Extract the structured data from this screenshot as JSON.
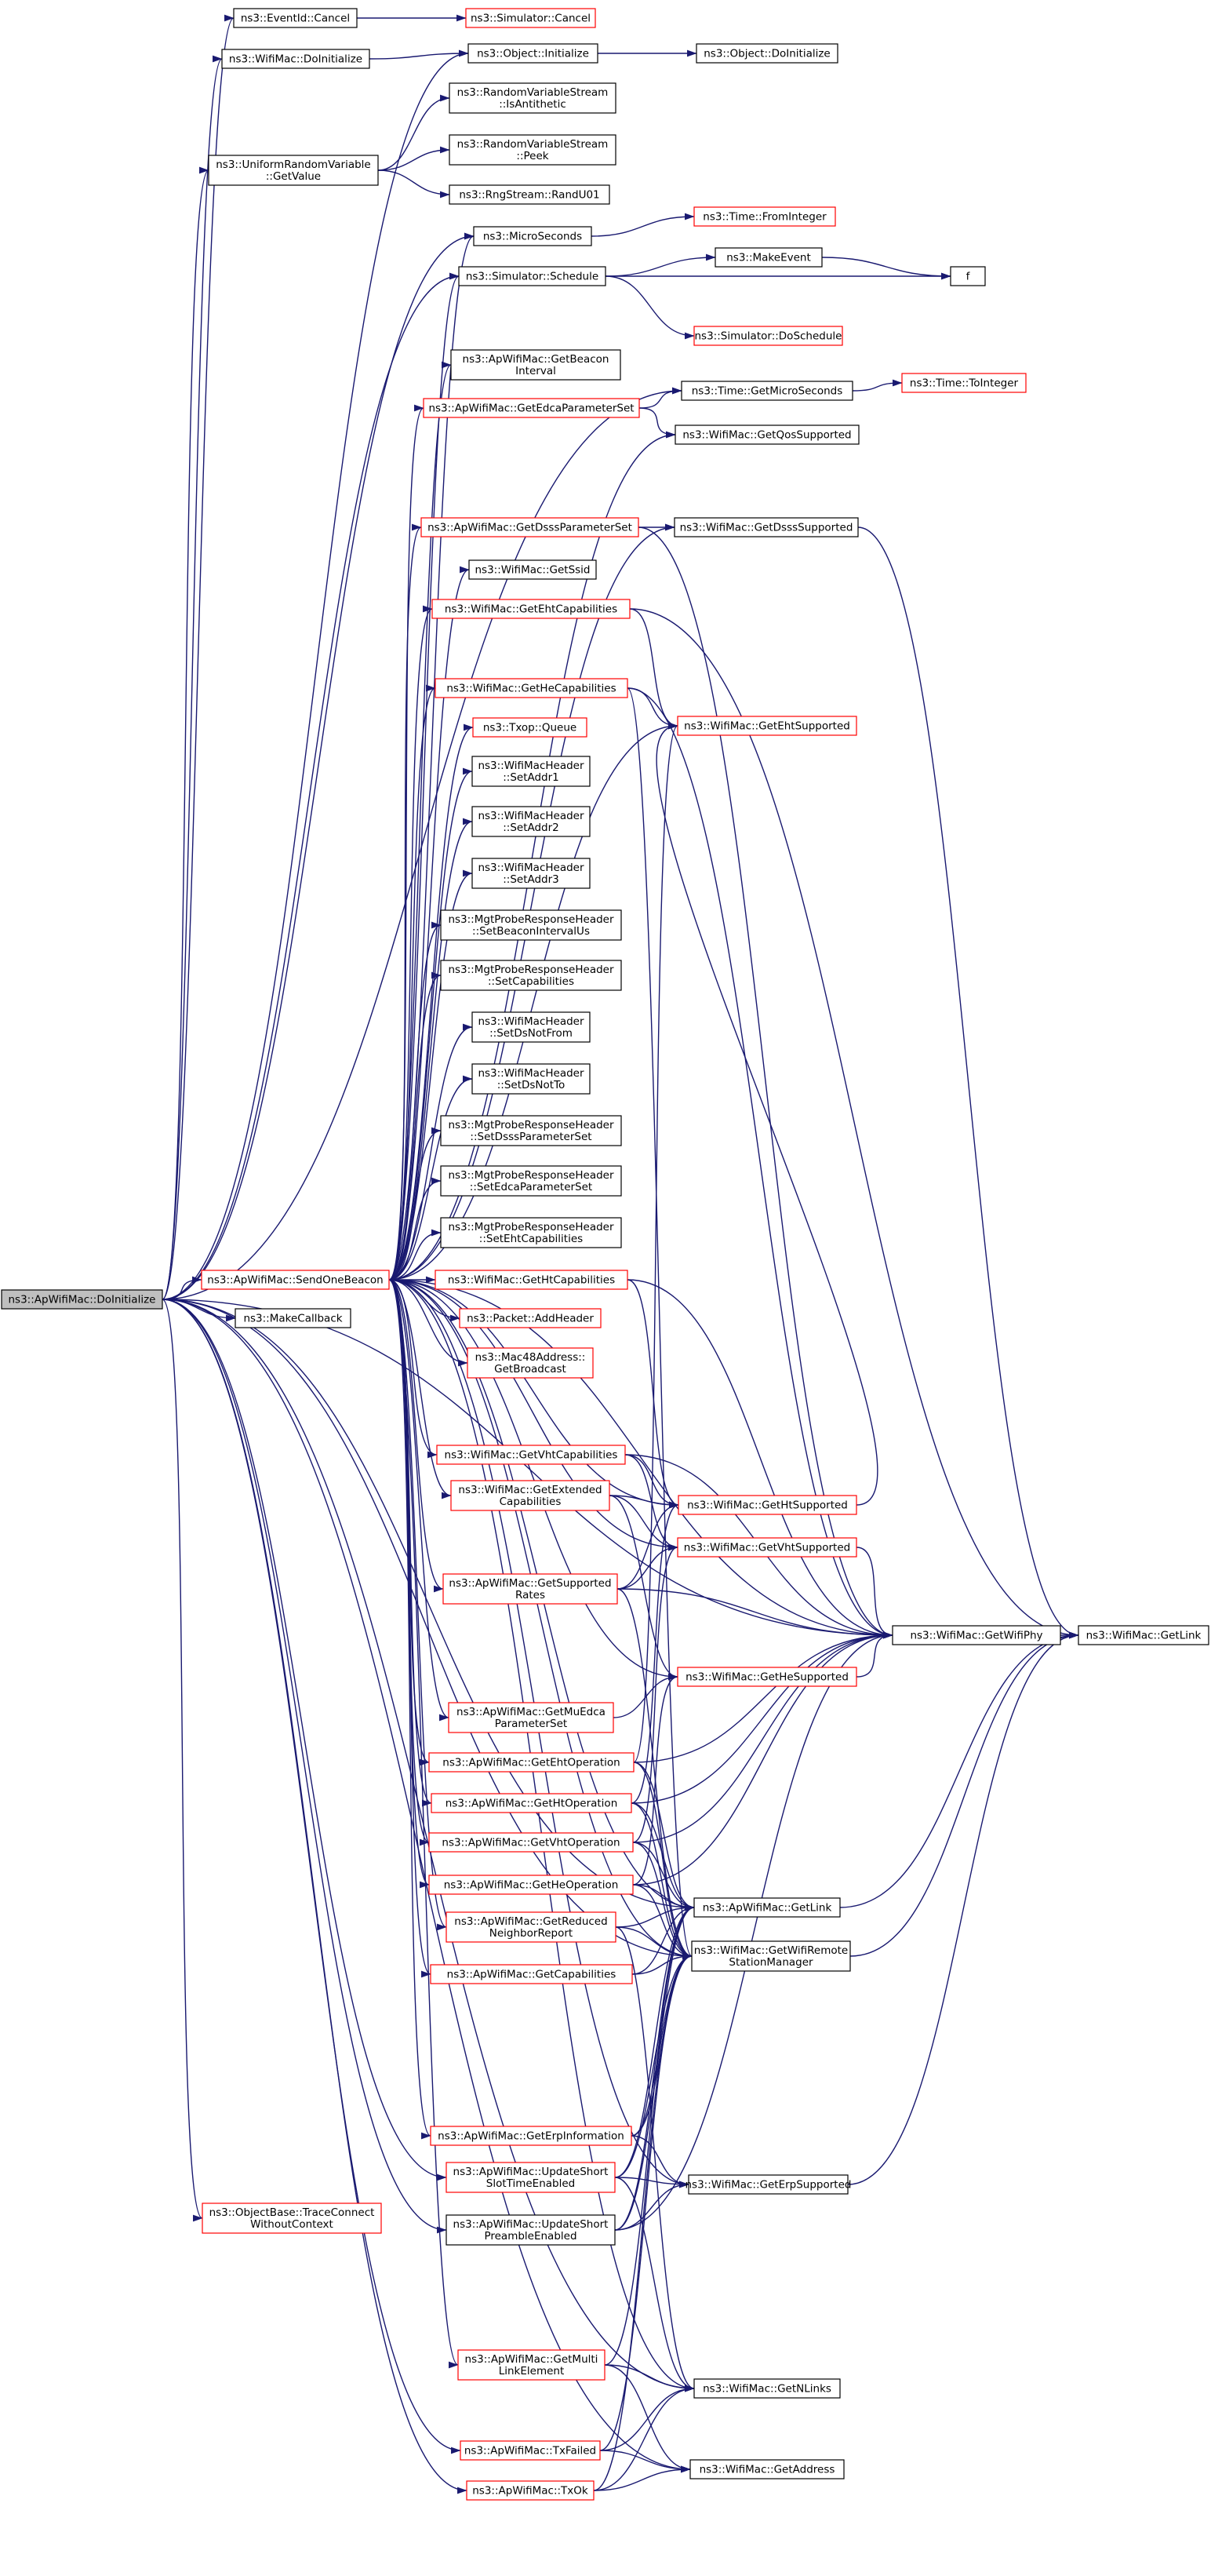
{
  "colors": {
    "edge": "#191970",
    "plain_border": "#000000",
    "link_border": "#ff0000",
    "root_fill": "#bfbfbf",
    "fill": "#ffffff"
  },
  "nodes": [
    {
      "id": "root",
      "label": [
        "ns3::ApWifiMac::DoInitialize"
      ],
      "style": "root"
    },
    {
      "id": "eventCancel",
      "label": [
        "ns3::EventId::Cancel"
      ],
      "style": "plain"
    },
    {
      "id": "simCancel",
      "label": [
        "ns3::Simulator::Cancel"
      ],
      "style": "link"
    },
    {
      "id": "wmDoInit",
      "label": [
        "ns3::WifiMac::DoInitialize"
      ],
      "style": "plain"
    },
    {
      "id": "objInit",
      "label": [
        "ns3::Object::Initialize"
      ],
      "style": "plain"
    },
    {
      "id": "objDoInit",
      "label": [
        "ns3::Object::DoInitialize"
      ],
      "style": "plain"
    },
    {
      "id": "urvGet",
      "label": [
        "ns3::UniformRandomVariable",
        "::GetValue"
      ],
      "style": "plain"
    },
    {
      "id": "rvsAnti",
      "label": [
        "ns3::RandomVariableStream",
        "::IsAntithetic"
      ],
      "style": "plain"
    },
    {
      "id": "rvsPeek",
      "label": [
        "ns3::RandomVariableStream",
        "::Peek"
      ],
      "style": "plain"
    },
    {
      "id": "rngRand",
      "label": [
        "ns3::RngStream::RandU01"
      ],
      "style": "plain"
    },
    {
      "id": "micro",
      "label": [
        "ns3::MicroSeconds"
      ],
      "style": "plain"
    },
    {
      "id": "fromInt",
      "label": [
        "ns3::Time::FromInteger"
      ],
      "style": "link"
    },
    {
      "id": "simSched",
      "label": [
        "ns3::Simulator::Schedule"
      ],
      "style": "plain"
    },
    {
      "id": "makeEvent",
      "label": [
        "ns3::MakeEvent"
      ],
      "style": "plain"
    },
    {
      "id": "f",
      "label": [
        "f"
      ],
      "style": "plain"
    },
    {
      "id": "doSched",
      "label": [
        "ns3::Simulator::DoSchedule"
      ],
      "style": "link"
    },
    {
      "id": "getBeacon",
      "label": [
        "ns3::ApWifiMac::GetBeacon",
        "Interval"
      ],
      "style": "plain"
    },
    {
      "id": "getEdca",
      "label": [
        "ns3::ApWifiMac::GetEdcaParameterSet"
      ],
      "style": "link"
    },
    {
      "id": "getMicroSec",
      "label": [
        "ns3::Time::GetMicroSeconds"
      ],
      "style": "plain"
    },
    {
      "id": "toInt",
      "label": [
        "ns3::Time::ToInteger"
      ],
      "style": "link"
    },
    {
      "id": "qosSup",
      "label": [
        "ns3::WifiMac::GetQosSupported"
      ],
      "style": "plain"
    },
    {
      "id": "getDsssSet",
      "label": [
        "ns3::ApWifiMac::GetDsssParameterSet"
      ],
      "style": "link"
    },
    {
      "id": "dsssSup",
      "label": [
        "ns3::WifiMac::GetDsssSupported"
      ],
      "style": "plain"
    },
    {
      "id": "getSsid",
      "label": [
        "ns3::WifiMac::GetSsid"
      ],
      "style": "plain"
    },
    {
      "id": "getEhtCap",
      "label": [
        "ns3::WifiMac::GetEhtCapabilities"
      ],
      "style": "link"
    },
    {
      "id": "getHeCap",
      "label": [
        "ns3::WifiMac::GetHeCapabilities"
      ],
      "style": "link"
    },
    {
      "id": "ehtSup",
      "label": [
        "ns3::WifiMac::GetEhtSupported"
      ],
      "style": "link"
    },
    {
      "id": "txopQueue",
      "label": [
        "ns3::Txop::Queue"
      ],
      "style": "link"
    },
    {
      "id": "setAddr1",
      "label": [
        "ns3::WifiMacHeader",
        "::SetAddr1"
      ],
      "style": "plain"
    },
    {
      "id": "setAddr2",
      "label": [
        "ns3::WifiMacHeader",
        "::SetAddr2"
      ],
      "style": "plain"
    },
    {
      "id": "setAddr3",
      "label": [
        "ns3::WifiMacHeader",
        "::SetAddr3"
      ],
      "style": "plain"
    },
    {
      "id": "setBeaconUs",
      "label": [
        "ns3::MgtProbeResponseHeader",
        "::SetBeaconIntervalUs"
      ],
      "style": "plain"
    },
    {
      "id": "setCaps",
      "label": [
        "ns3::MgtProbeResponseHeader",
        "::SetCapabilities"
      ],
      "style": "plain"
    },
    {
      "id": "setDsNotFrom",
      "label": [
        "ns3::WifiMacHeader",
        "::SetDsNotFrom"
      ],
      "style": "plain"
    },
    {
      "id": "setDsNotTo",
      "label": [
        "ns3::WifiMacHeader",
        "::SetDsNotTo"
      ],
      "style": "plain"
    },
    {
      "id": "setDsssSet",
      "label": [
        "ns3::MgtProbeResponseHeader",
        "::SetDsssParameterSet"
      ],
      "style": "plain"
    },
    {
      "id": "setEdcaSet",
      "label": [
        "ns3::MgtProbeResponseHeader",
        "::SetEdcaParameterSet"
      ],
      "style": "plain"
    },
    {
      "id": "setEhtCap",
      "label": [
        "ns3::MgtProbeResponseHeader",
        "::SetEhtCapabilities"
      ],
      "style": "plain"
    },
    {
      "id": "sendBeacon",
      "label": [
        "ns3::ApWifiMac::SendOneBeacon"
      ],
      "style": "link"
    },
    {
      "id": "getHtCap",
      "label": [
        "ns3::WifiMac::GetHtCapabilities"
      ],
      "style": "link"
    },
    {
      "id": "makeCb",
      "label": [
        "ns3::MakeCallback"
      ],
      "style": "plain"
    },
    {
      "id": "addHeader",
      "label": [
        "ns3::Packet::AddHeader"
      ],
      "style": "link"
    },
    {
      "id": "getBroadcast",
      "label": [
        "ns3::Mac48Address::",
        "GetBroadcast"
      ],
      "style": "link"
    },
    {
      "id": "getVhtCap",
      "label": [
        "ns3::WifiMac::GetVhtCapabilities"
      ],
      "style": "link"
    },
    {
      "id": "getExtCap",
      "label": [
        "ns3::WifiMac::GetExtended",
        "Capabilities"
      ],
      "style": "link"
    },
    {
      "id": "htSup",
      "label": [
        "ns3::WifiMac::GetHtSupported"
      ],
      "style": "link"
    },
    {
      "id": "vhtSup",
      "label": [
        "ns3::WifiMac::GetVhtSupported"
      ],
      "style": "link"
    },
    {
      "id": "getSuppRates",
      "label": [
        "ns3::ApWifiMac::GetSupported",
        "Rates"
      ],
      "style": "link"
    },
    {
      "id": "getWifiPhy",
      "label": [
        "ns3::WifiMac::GetWifiPhy"
      ],
      "style": "plain"
    },
    {
      "id": "getLink",
      "label": [
        "ns3::WifiMac::GetLink"
      ],
      "style": "plain"
    },
    {
      "id": "heSup",
      "label": [
        "ns3::WifiMac::GetHeSupported"
      ],
      "style": "link"
    },
    {
      "id": "getMuEdca",
      "label": [
        "ns3::ApWifiMac::GetMuEdca",
        "ParameterSet"
      ],
      "style": "link"
    },
    {
      "id": "getEhtOp",
      "label": [
        "ns3::ApWifiMac::GetEhtOperation"
      ],
      "style": "link"
    },
    {
      "id": "getHtOp",
      "label": [
        "ns3::ApWifiMac::GetHtOperation"
      ],
      "style": "link"
    },
    {
      "id": "getVhtOp",
      "label": [
        "ns3::ApWifiMac::GetVhtOperation"
      ],
      "style": "link"
    },
    {
      "id": "getHeOp",
      "label": [
        "ns3::ApWifiMac::GetHeOperation"
      ],
      "style": "link"
    },
    {
      "id": "apGetLink",
      "label": [
        "ns3::ApWifiMac::GetLink"
      ],
      "style": "plain"
    },
    {
      "id": "getRnr",
      "label": [
        "ns3::ApWifiMac::GetReduced",
        "NeighborReport"
      ],
      "style": "link"
    },
    {
      "id": "getRsm",
      "label": [
        "ns3::WifiMac::GetWifiRemote",
        "StationManager"
      ],
      "style": "plain"
    },
    {
      "id": "getCapabilities",
      "label": [
        "ns3::ApWifiMac::GetCapabilities"
      ],
      "style": "link"
    },
    {
      "id": "getErpInfo",
      "label": [
        "ns3::ApWifiMac::GetErpInformation"
      ],
      "style": "link"
    },
    {
      "id": "updSlot",
      "label": [
        "ns3::ApWifiMac::UpdateShort",
        "SlotTimeEnabled"
      ],
      "style": "link"
    },
    {
      "id": "erpSup",
      "label": [
        "ns3::WifiMac::GetErpSupported"
      ],
      "style": "plain"
    },
    {
      "id": "traceConn",
      "label": [
        "ns3::ObjectBase::TraceConnect",
        "WithoutContext"
      ],
      "style": "link"
    },
    {
      "id": "updPreamble",
      "label": [
        "ns3::ApWifiMac::UpdateShort",
        "PreambleEnabled"
      ],
      "style": "plain"
    },
    {
      "id": "getMle",
      "label": [
        "ns3::ApWifiMac::GetMulti",
        "LinkElement"
      ],
      "style": "link"
    },
    {
      "id": "getNLinks",
      "label": [
        "ns3::WifiMac::GetNLinks"
      ],
      "style": "plain"
    },
    {
      "id": "txFailed",
      "label": [
        "ns3::ApWifiMac::TxFailed"
      ],
      "style": "link"
    },
    {
      "id": "getAddress",
      "label": [
        "ns3::WifiMac::GetAddress"
      ],
      "style": "plain"
    },
    {
      "id": "txOk",
      "label": [
        "ns3::ApWifiMac::TxOk"
      ],
      "style": "link"
    }
  ],
  "edges": [
    [
      "root",
      "eventCancel"
    ],
    [
      "root",
      "wmDoInit"
    ],
    [
      "root",
      "objInit"
    ],
    [
      "root",
      "urvGet"
    ],
    [
      "root",
      "micro"
    ],
    [
      "root",
      "simSched"
    ],
    [
      "root",
      "getMicroSec"
    ],
    [
      "root",
      "sendBeacon"
    ],
    [
      "root",
      "makeCb"
    ],
    [
      "root",
      "getWifiPhy"
    ],
    [
      "root",
      "apGetLink"
    ],
    [
      "root",
      "getRsm"
    ],
    [
      "root",
      "updSlot"
    ],
    [
      "root",
      "updPreamble"
    ],
    [
      "root",
      "traceConn"
    ],
    [
      "root",
      "getNLinks"
    ],
    [
      "root",
      "txFailed"
    ],
    [
      "root",
      "txOk"
    ],
    [
      "root",
      "getAddress"
    ],
    [
      "eventCancel",
      "simCancel"
    ],
    [
      "wmDoInit",
      "objInit"
    ],
    [
      "objInit",
      "objDoInit"
    ],
    [
      "urvGet",
      "rvsAnti"
    ],
    [
      "urvGet",
      "rvsPeek"
    ],
    [
      "urvGet",
      "rngRand"
    ],
    [
      "micro",
      "fromInt"
    ],
    [
      "simSched",
      "makeEvent"
    ],
    [
      "simSched",
      "f"
    ],
    [
      "simSched",
      "doSched"
    ],
    [
      "makeEvent",
      "f"
    ],
    [
      "getMicroSec",
      "toInt"
    ],
    [
      "sendBeacon",
      "micro"
    ],
    [
      "sendBeacon",
      "simSched"
    ],
    [
      "sendBeacon",
      "getBeacon"
    ],
    [
      "sendBeacon",
      "getEdca"
    ],
    [
      "sendBeacon",
      "qosSup"
    ],
    [
      "sendBeacon",
      "getDsssSet"
    ],
    [
      "sendBeacon",
      "dsssSup"
    ],
    [
      "sendBeacon",
      "getSsid"
    ],
    [
      "sendBeacon",
      "getEhtCap"
    ],
    [
      "sendBeacon",
      "getHeCap"
    ],
    [
      "sendBeacon",
      "ehtSup"
    ],
    [
      "sendBeacon",
      "txopQueue"
    ],
    [
      "sendBeacon",
      "setAddr1"
    ],
    [
      "sendBeacon",
      "setAddr2"
    ],
    [
      "sendBeacon",
      "setAddr3"
    ],
    [
      "sendBeacon",
      "setBeaconUs"
    ],
    [
      "sendBeacon",
      "setCaps"
    ],
    [
      "sendBeacon",
      "setDsNotFrom"
    ],
    [
      "sendBeacon",
      "setDsNotTo"
    ],
    [
      "sendBeacon",
      "setDsssSet"
    ],
    [
      "sendBeacon",
      "setEdcaSet"
    ],
    [
      "sendBeacon",
      "setEhtCap"
    ],
    [
      "sendBeacon",
      "getHtCap"
    ],
    [
      "sendBeacon",
      "addHeader"
    ],
    [
      "sendBeacon",
      "getBroadcast"
    ],
    [
      "sendBeacon",
      "getVhtCap"
    ],
    [
      "sendBeacon",
      "getExtCap"
    ],
    [
      "sendBeacon",
      "htSup"
    ],
    [
      "sendBeacon",
      "vhtSup"
    ],
    [
      "sendBeacon",
      "getSuppRates"
    ],
    [
      "sendBeacon",
      "getWifiPhy"
    ],
    [
      "sendBeacon",
      "heSup"
    ],
    [
      "sendBeacon",
      "getMuEdca"
    ],
    [
      "sendBeacon",
      "getEhtOp"
    ],
    [
      "sendBeacon",
      "getHtOp"
    ],
    [
      "sendBeacon",
      "getVhtOp"
    ],
    [
      "sendBeacon",
      "getHeOp"
    ],
    [
      "sendBeacon",
      "getRnr"
    ],
    [
      "sendBeacon",
      "apGetLink"
    ],
    [
      "sendBeacon",
      "getRsm"
    ],
    [
      "sendBeacon",
      "getCapabilities"
    ],
    [
      "sendBeacon",
      "getErpInfo"
    ],
    [
      "sendBeacon",
      "erpSup"
    ],
    [
      "sendBeacon",
      "getMle"
    ],
    [
      "sendBeacon",
      "getNLinks"
    ],
    [
      "getEdca",
      "getMicroSec"
    ],
    [
      "getEdca",
      "qosSup"
    ],
    [
      "getDsssSet",
      "dsssSup"
    ],
    [
      "getDsssSet",
      "getWifiPhy"
    ],
    [
      "dsssSup",
      "getLink"
    ],
    [
      "getEhtCap",
      "ehtSup"
    ],
    [
      "getEhtCap",
      "getLink"
    ],
    [
      "getHeCap",
      "ehtSup"
    ],
    [
      "getHeCap",
      "getWifiPhy"
    ],
    [
      "getHeCap",
      "getRsm"
    ],
    [
      "getHtCap",
      "htSup"
    ],
    [
      "getHtCap",
      "getWifiPhy"
    ],
    [
      "getVhtCap",
      "htSup"
    ],
    [
      "getVhtCap",
      "vhtSup"
    ],
    [
      "getVhtCap",
      "getWifiPhy"
    ],
    [
      "getExtCap",
      "htSup"
    ],
    [
      "getExtCap",
      "vhtSup"
    ],
    [
      "getExtCap",
      "heSup"
    ],
    [
      "htSup",
      "ehtSup"
    ],
    [
      "vhtSup",
      "getWifiPhy"
    ],
    [
      "getSuppRates",
      "htSup"
    ],
    [
      "getSuppRates",
      "vhtSup"
    ],
    [
      "getSuppRates",
      "getWifiPhy"
    ],
    [
      "getSuppRates",
      "getRsm"
    ],
    [
      "getWifiPhy",
      "getLink"
    ],
    [
      "heSup",
      "getWifiPhy"
    ],
    [
      "getMuEdca",
      "heSup"
    ],
    [
      "getEhtOp",
      "ehtSup"
    ],
    [
      "getEhtOp",
      "getWifiPhy"
    ],
    [
      "getEhtOp",
      "apGetLink"
    ],
    [
      "getEhtOp",
      "getRsm"
    ],
    [
      "getHtOp",
      "htSup"
    ],
    [
      "getHtOp",
      "getWifiPhy"
    ],
    [
      "getHtOp",
      "apGetLink"
    ],
    [
      "getHtOp",
      "getRsm"
    ],
    [
      "getVhtOp",
      "vhtSup"
    ],
    [
      "getVhtOp",
      "getWifiPhy"
    ],
    [
      "getVhtOp",
      "apGetLink"
    ],
    [
      "getVhtOp",
      "getRsm"
    ],
    [
      "getHeOp",
      "heSup"
    ],
    [
      "getHeOp",
      "getWifiPhy"
    ],
    [
      "getHeOp",
      "apGetLink"
    ],
    [
      "getHeOp",
      "getRsm"
    ],
    [
      "getRnr",
      "apGetLink"
    ],
    [
      "getRnr",
      "getRsm"
    ],
    [
      "getRnr",
      "getNLinks"
    ],
    [
      "apGetLink",
      "getLink"
    ],
    [
      "getRsm",
      "getLink"
    ],
    [
      "getCapabilities",
      "apGetLink"
    ],
    [
      "getCapabilities",
      "getRsm"
    ],
    [
      "getErpInfo",
      "erpSup"
    ],
    [
      "getErpInfo",
      "apGetLink"
    ],
    [
      "getErpInfo",
      "getRsm"
    ],
    [
      "updSlot",
      "erpSup"
    ],
    [
      "updSlot",
      "apGetLink"
    ],
    [
      "updSlot",
      "getRsm"
    ],
    [
      "updSlot",
      "getNLinks"
    ],
    [
      "updPreamble",
      "erpSup"
    ],
    [
      "updPreamble",
      "apGetLink"
    ],
    [
      "updPreamble",
      "getRsm"
    ],
    [
      "updPreamble",
      "getWifiPhy"
    ],
    [
      "erpSup",
      "getLink"
    ],
    [
      "getMle",
      "apGetLink"
    ],
    [
      "getMle",
      "getNLinks"
    ],
    [
      "getMle",
      "getAddress"
    ],
    [
      "txFailed",
      "getNLinks"
    ],
    [
      "txFailed",
      "getAddress"
    ],
    [
      "txFailed",
      "getRsm"
    ],
    [
      "txOk",
      "getNLinks"
    ],
    [
      "txOk",
      "getAddress"
    ],
    [
      "txOk",
      "getRsm"
    ]
  ]
}
